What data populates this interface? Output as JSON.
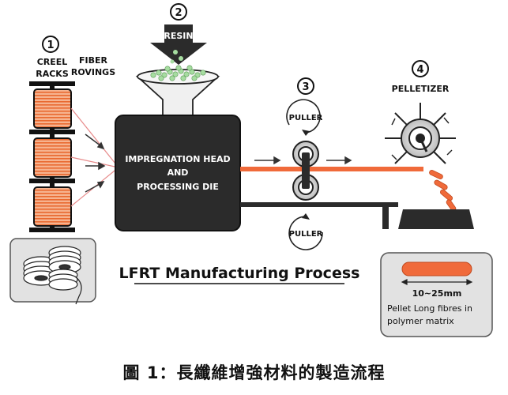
{
  "steps": {
    "creel": {
      "number": "1",
      "label_line1": "CREEL",
      "label_line2": "RACKS"
    },
    "rovings": {
      "label_line1": "FIBER",
      "label_line2": "ROVINGS"
    },
    "resin": {
      "number": "2",
      "label": "RESIN"
    },
    "impregnation": {
      "line1": "IMPREGNATION HEAD",
      "line2": "AND",
      "line3": "PROCESSING DIE"
    },
    "puller": {
      "number": "3",
      "top_label": "PULLER",
      "bottom_label": "PULLER"
    },
    "pelletizer": {
      "number": "4",
      "label": "PELLETIZER"
    }
  },
  "title": "LFRT Manufacturing Process",
  "pellet_box": {
    "dimension": "10~25mm",
    "desc_line1": "Pellet Long fibres in",
    "desc_line2": "polymer matrix"
  },
  "caption": "圖 1：長纖維增強材料的製造流程",
  "colors": {
    "fiber_orange": "#f06a3a",
    "dark_box": "#2b2b2b",
    "resin_green": "#a6dca0",
    "panel_gray": "#e2e2e2"
  }
}
